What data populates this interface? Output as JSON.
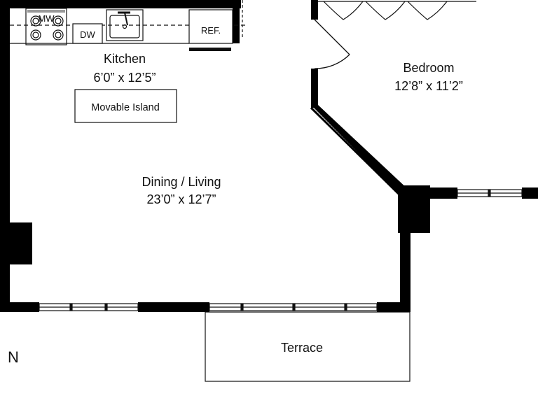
{
  "rooms": {
    "kitchen": {
      "name": "Kitchen",
      "dims": "6’0” x 12’5”"
    },
    "dining_living": {
      "name": "Dining / Living",
      "dims": "23’0” x 12’7”"
    },
    "bedroom": {
      "name": "Bedroom",
      "dims": "12’8” x 11’2”"
    },
    "terrace": {
      "name": "Terrace"
    }
  },
  "fixtures": {
    "island": "Movable Island",
    "microwave": "MW",
    "dishwasher": "DW",
    "refrigerator": "REF."
  },
  "compass": {
    "north": "N"
  },
  "colors": {
    "wall": "#000000",
    "line": "#222222",
    "background": "#ffffff"
  }
}
